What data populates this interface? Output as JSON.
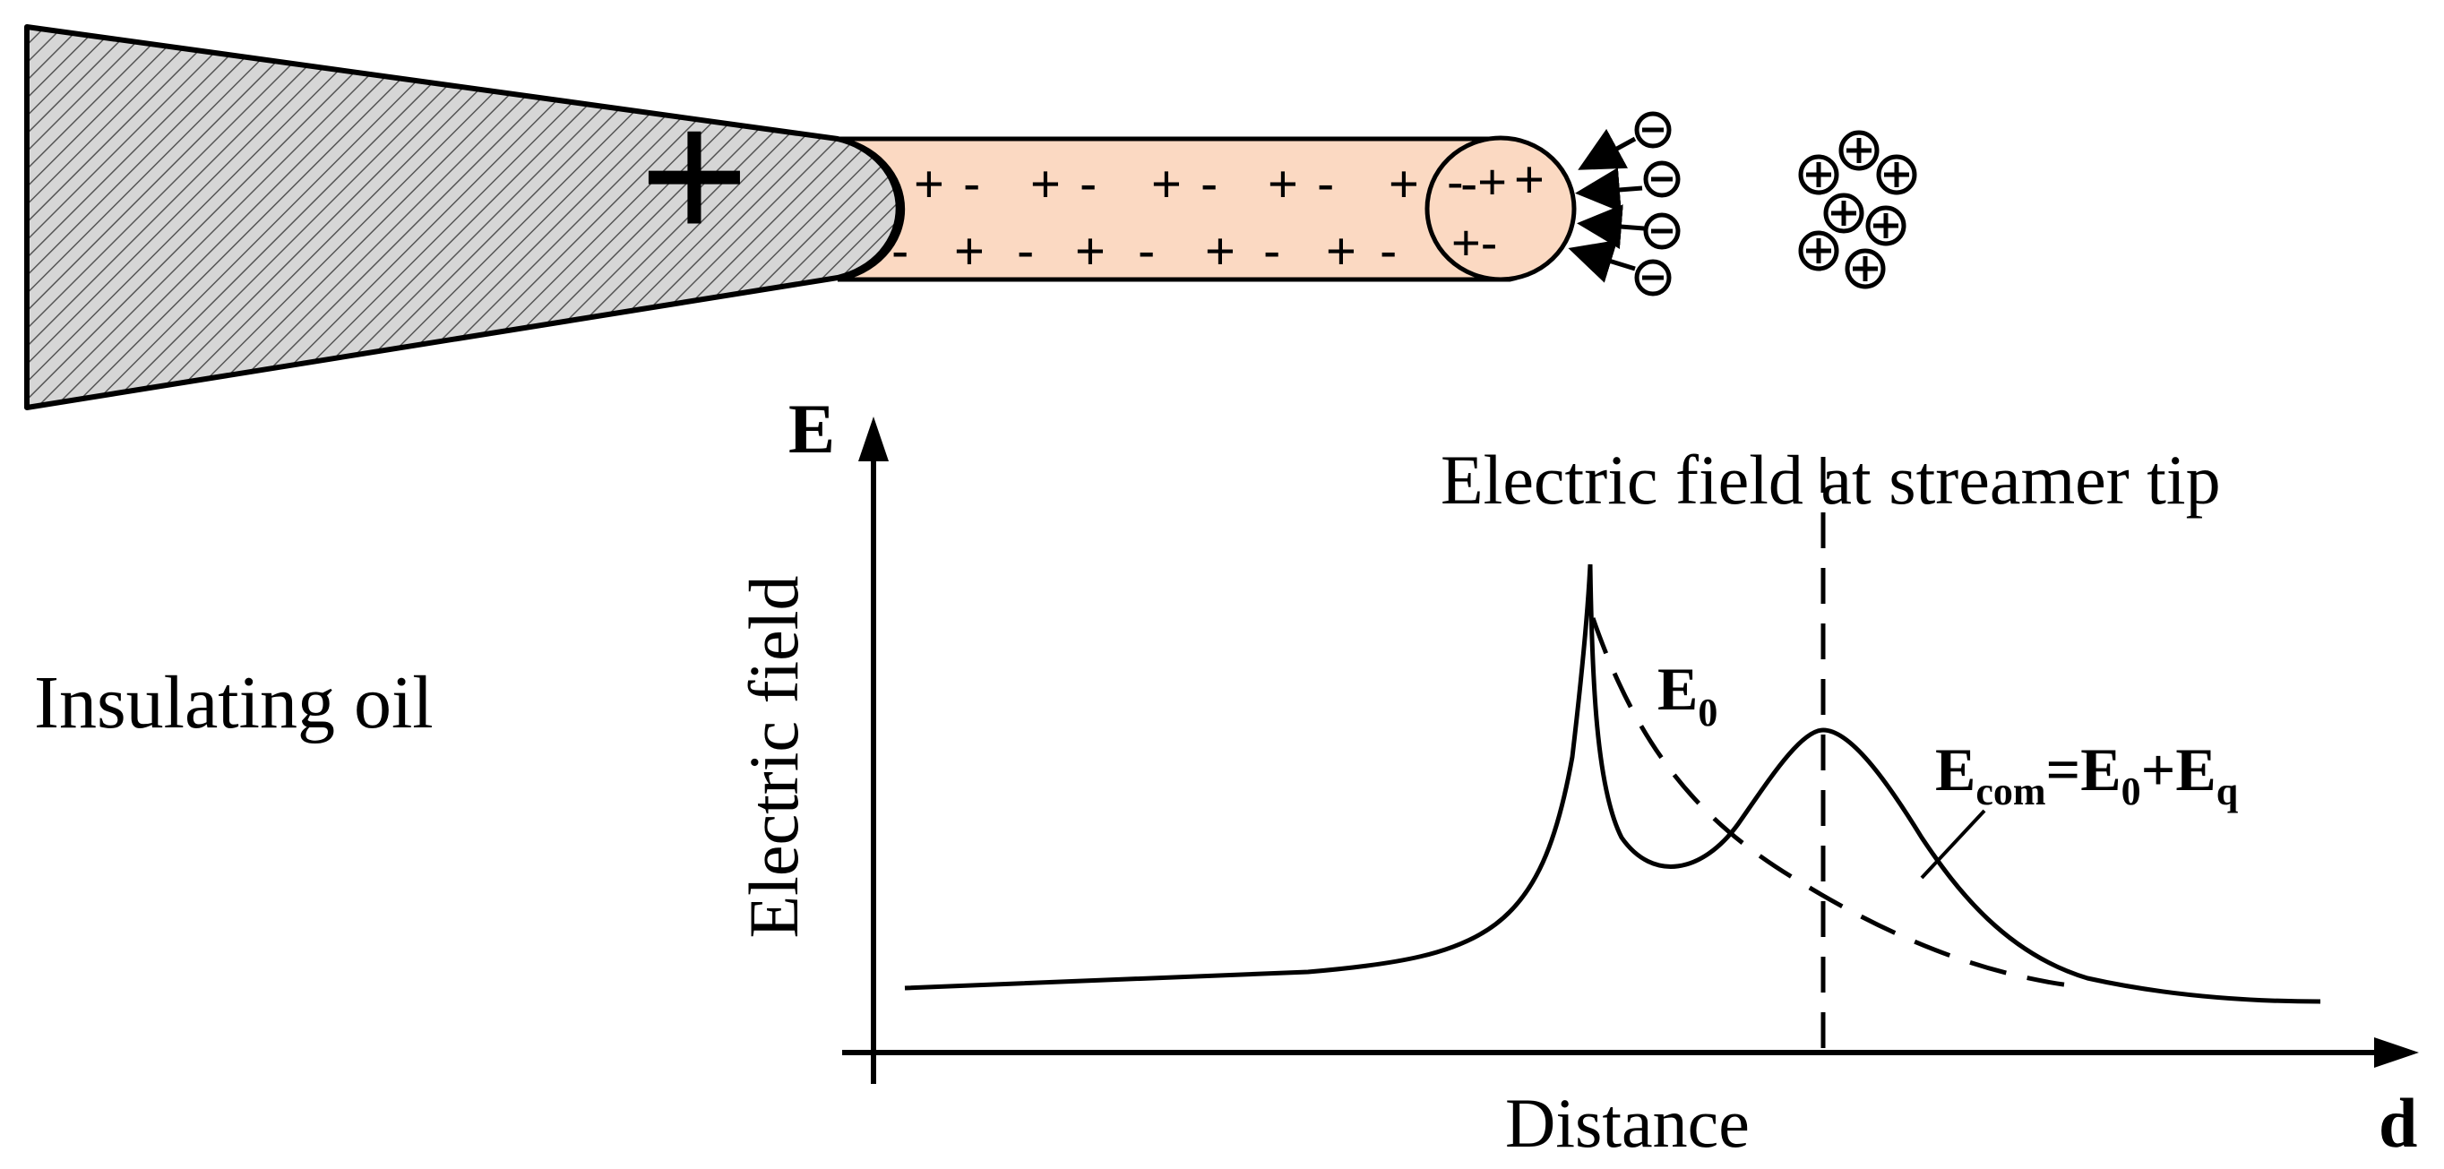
{
  "diagram": {
    "electrode_polarity": "+",
    "streamer_charges": [
      "+",
      "-",
      "+",
      "-",
      "+",
      "-",
      "+",
      "-",
      "+",
      "-",
      "+"
    ],
    "streamer_charges_lower": [
      "-",
      "+",
      "-",
      "+",
      "-",
      "+",
      "-",
      "+",
      "-"
    ],
    "tip_charges_upper": "- +",
    "tip_charges_lower": "+-",
    "medium_label": "Insulating oil",
    "colors": {
      "electrode_fill": "#d6d6d6",
      "streamer_fill": "#fbd9c2",
      "line": "#000000"
    },
    "icons": [
      "negative-ion-icon",
      "positive-ion-icon",
      "hatched-electrode-icon"
    ]
  },
  "chart_data": {
    "type": "line",
    "title": "Electric field at streamer tip",
    "xlabel": "Distance",
    "ylabel": "Electric field",
    "x_axis_symbol": "d",
    "y_axis_symbol": "E",
    "series": [
      {
        "name": "E0",
        "style": "dashed"
      },
      {
        "name": "Ecom=E0+Eq",
        "style": "solid"
      }
    ],
    "labels": {
      "e0_main": "E",
      "e0_sub": "0",
      "ecom_main": "E",
      "ecom_sub": "com",
      "ecom_eq": "=E",
      "ecom_sub2": "0",
      "ecom_plus": "+E",
      "ecom_sub3": "q"
    }
  }
}
